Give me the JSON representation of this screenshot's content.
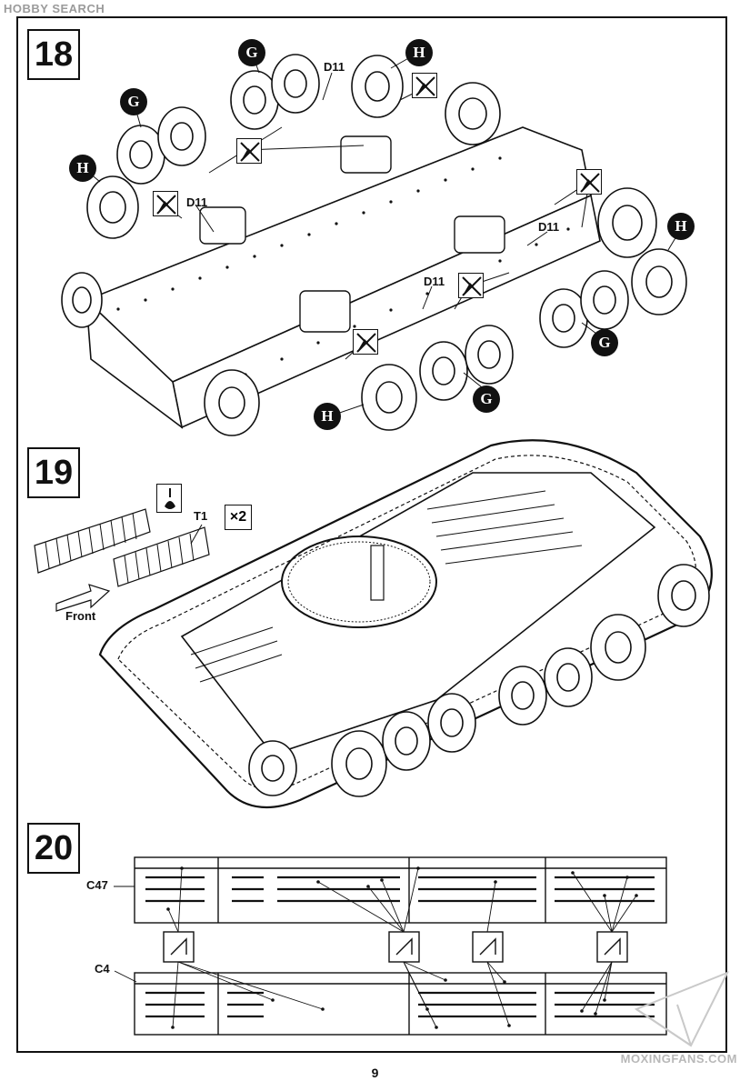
{
  "watermark_top": "HOBBY SEARCH",
  "watermark_bottom": "MOXINGFANS.COM",
  "page_number": "9",
  "steps": [
    {
      "number": "18",
      "callouts": {
        "part_d11": "D11",
        "label_g": "G",
        "label_h": "H"
      }
    },
    {
      "number": "19",
      "callouts": {
        "track_part": "T1",
        "quantity": "×2",
        "direction": "Front"
      }
    },
    {
      "number": "20",
      "callouts": {
        "part_c47": "C47",
        "part_c4": "C4"
      }
    }
  ],
  "icons": {
    "glue": "glue-icon",
    "no_glue": "no-glue-icon",
    "arrow": "arrow-left-icon"
  }
}
